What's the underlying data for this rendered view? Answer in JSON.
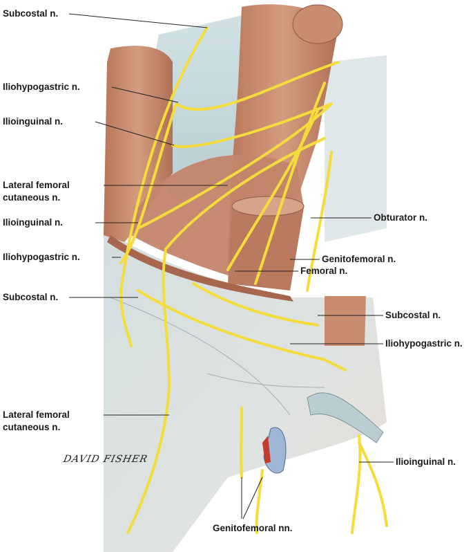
{
  "labels": {
    "subcostal_top": "Subcostal n.",
    "iliohypogastric_upper": "Iliohypogastric n.",
    "ilioinguinal_upper": "Ilioinguinal n.",
    "lat_fem_cut_upper_1": "Lateral femoral",
    "lat_fem_cut_upper_2": "cutaneous n.",
    "ilioinguinal_mid": "Ilioinguinal n.",
    "iliohypogastric_mid": "Iliohypogastric n.",
    "subcostal_mid": "Subcostal n.",
    "lat_fem_cut_lower_1": "Lateral femoral",
    "lat_fem_cut_lower_2": "cutaneous n.",
    "obturator": "Obturator n.",
    "genitofemoral": "Genitofemoral n.",
    "femoral": "Femoral n.",
    "subcostal_right": "Subcostal n.",
    "iliohypogastric_right": "Iliohypogastric n.",
    "ilioinguinal_right": "Ilioinguinal n.",
    "genitofemoral_nn": "Genitofemoral nn.",
    "signature": "DAVID FISHER"
  },
  "colors": {
    "nerve": "#f4dc3c",
    "muscle": "#c98c6e",
    "muscle_dark": "#a8674c",
    "fascia": "#b9cdd2",
    "skin": "#d8e1e2",
    "leader": "#222222"
  }
}
